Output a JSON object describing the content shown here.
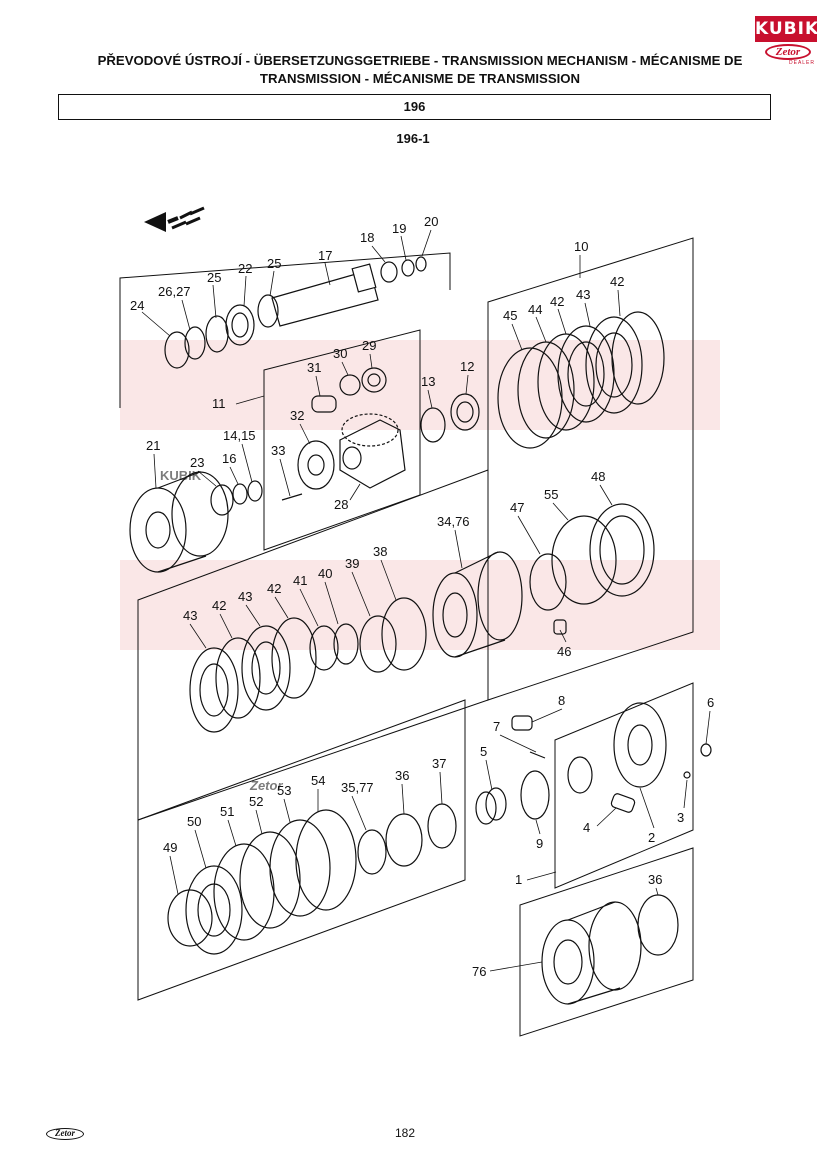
{
  "header": {
    "title_line1": "PŘEVODOVÉ ÚSTROJÍ - ÜBERSETZUNGSGETRIEBE - TRANSMISSION MECHANISM - MÉCANISME DE",
    "title_line2": "TRANSMISSION - MÉCANISME DE TRANSMISSION",
    "group_number": "196",
    "figure_number": "196-1"
  },
  "logo": {
    "brand": "KUBIK",
    "sub_brand": "Zetor",
    "tagline": "DEALER",
    "brand_color": "#c8102e"
  },
  "watermark": {
    "text1": "KUBIK",
    "text2": "Zetor",
    "color": "#f2c6c6"
  },
  "callouts": {
    "c1": "1",
    "c2": "2",
    "c3": "3",
    "c4": "4",
    "c5": "5",
    "c6": "6",
    "c7": "7",
    "c8": "8",
    "c9": "9",
    "c10": "10",
    "c11": "11",
    "c12": "12",
    "c13": "13",
    "c14_15": "14,15",
    "c16": "16",
    "c17": "17",
    "c18": "18",
    "c19": "19",
    "c20": "20",
    "c21": "21",
    "c22": "22",
    "c23": "23",
    "c24": "24",
    "c25a": "25",
    "c25b": "25",
    "c26_27": "26,27",
    "c28": "28",
    "c29": "29",
    "c30": "30",
    "c31": "31",
    "c32": "32",
    "c33": "33",
    "c34_76": "34,76",
    "c35_77": "35,77",
    "c36a": "36",
    "c36b": "36",
    "c37": "37",
    "c38": "38",
    "c39": "39",
    "c40": "40",
    "c41": "41",
    "c42a": "42",
    "c42b": "42",
    "c42c": "42",
    "c42d": "42",
    "c43a": "43",
    "c43b": "43",
    "c43c": "43",
    "c44": "44",
    "c45": "45",
    "c46": "46",
    "c47": "47",
    "c48": "48",
    "c49": "49",
    "c50": "50",
    "c51": "51",
    "c52": "52",
    "c53": "53",
    "c54": "54",
    "c55": "55",
    "c76": "76"
  },
  "footer": {
    "logo_text": "Zetor",
    "page_number": "182"
  }
}
